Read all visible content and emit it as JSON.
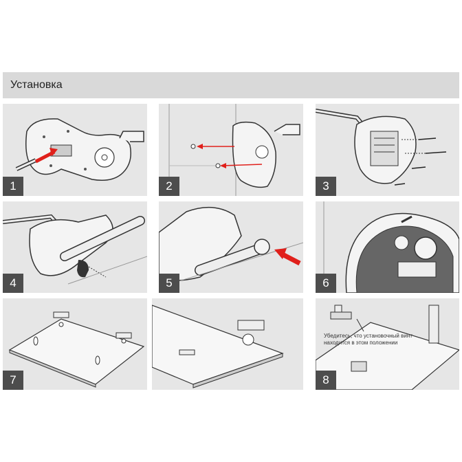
{
  "header": {
    "title": "Установка"
  },
  "steps": [
    {
      "number": "1"
    },
    {
      "number": "2"
    },
    {
      "number": "3"
    },
    {
      "number": "4"
    },
    {
      "number": "5"
    },
    {
      "number": "6"
    },
    {
      "number": "7"
    },
    {
      "number": "8",
      "note": "Убедитесь, что установочный винт находится в этом положении"
    }
  ],
  "colors": {
    "header_bg": "#d9d9d9",
    "panel_bg": "#e6e6e6",
    "badge_bg": "#4d4d4d",
    "arrow": "#e0201b"
  }
}
